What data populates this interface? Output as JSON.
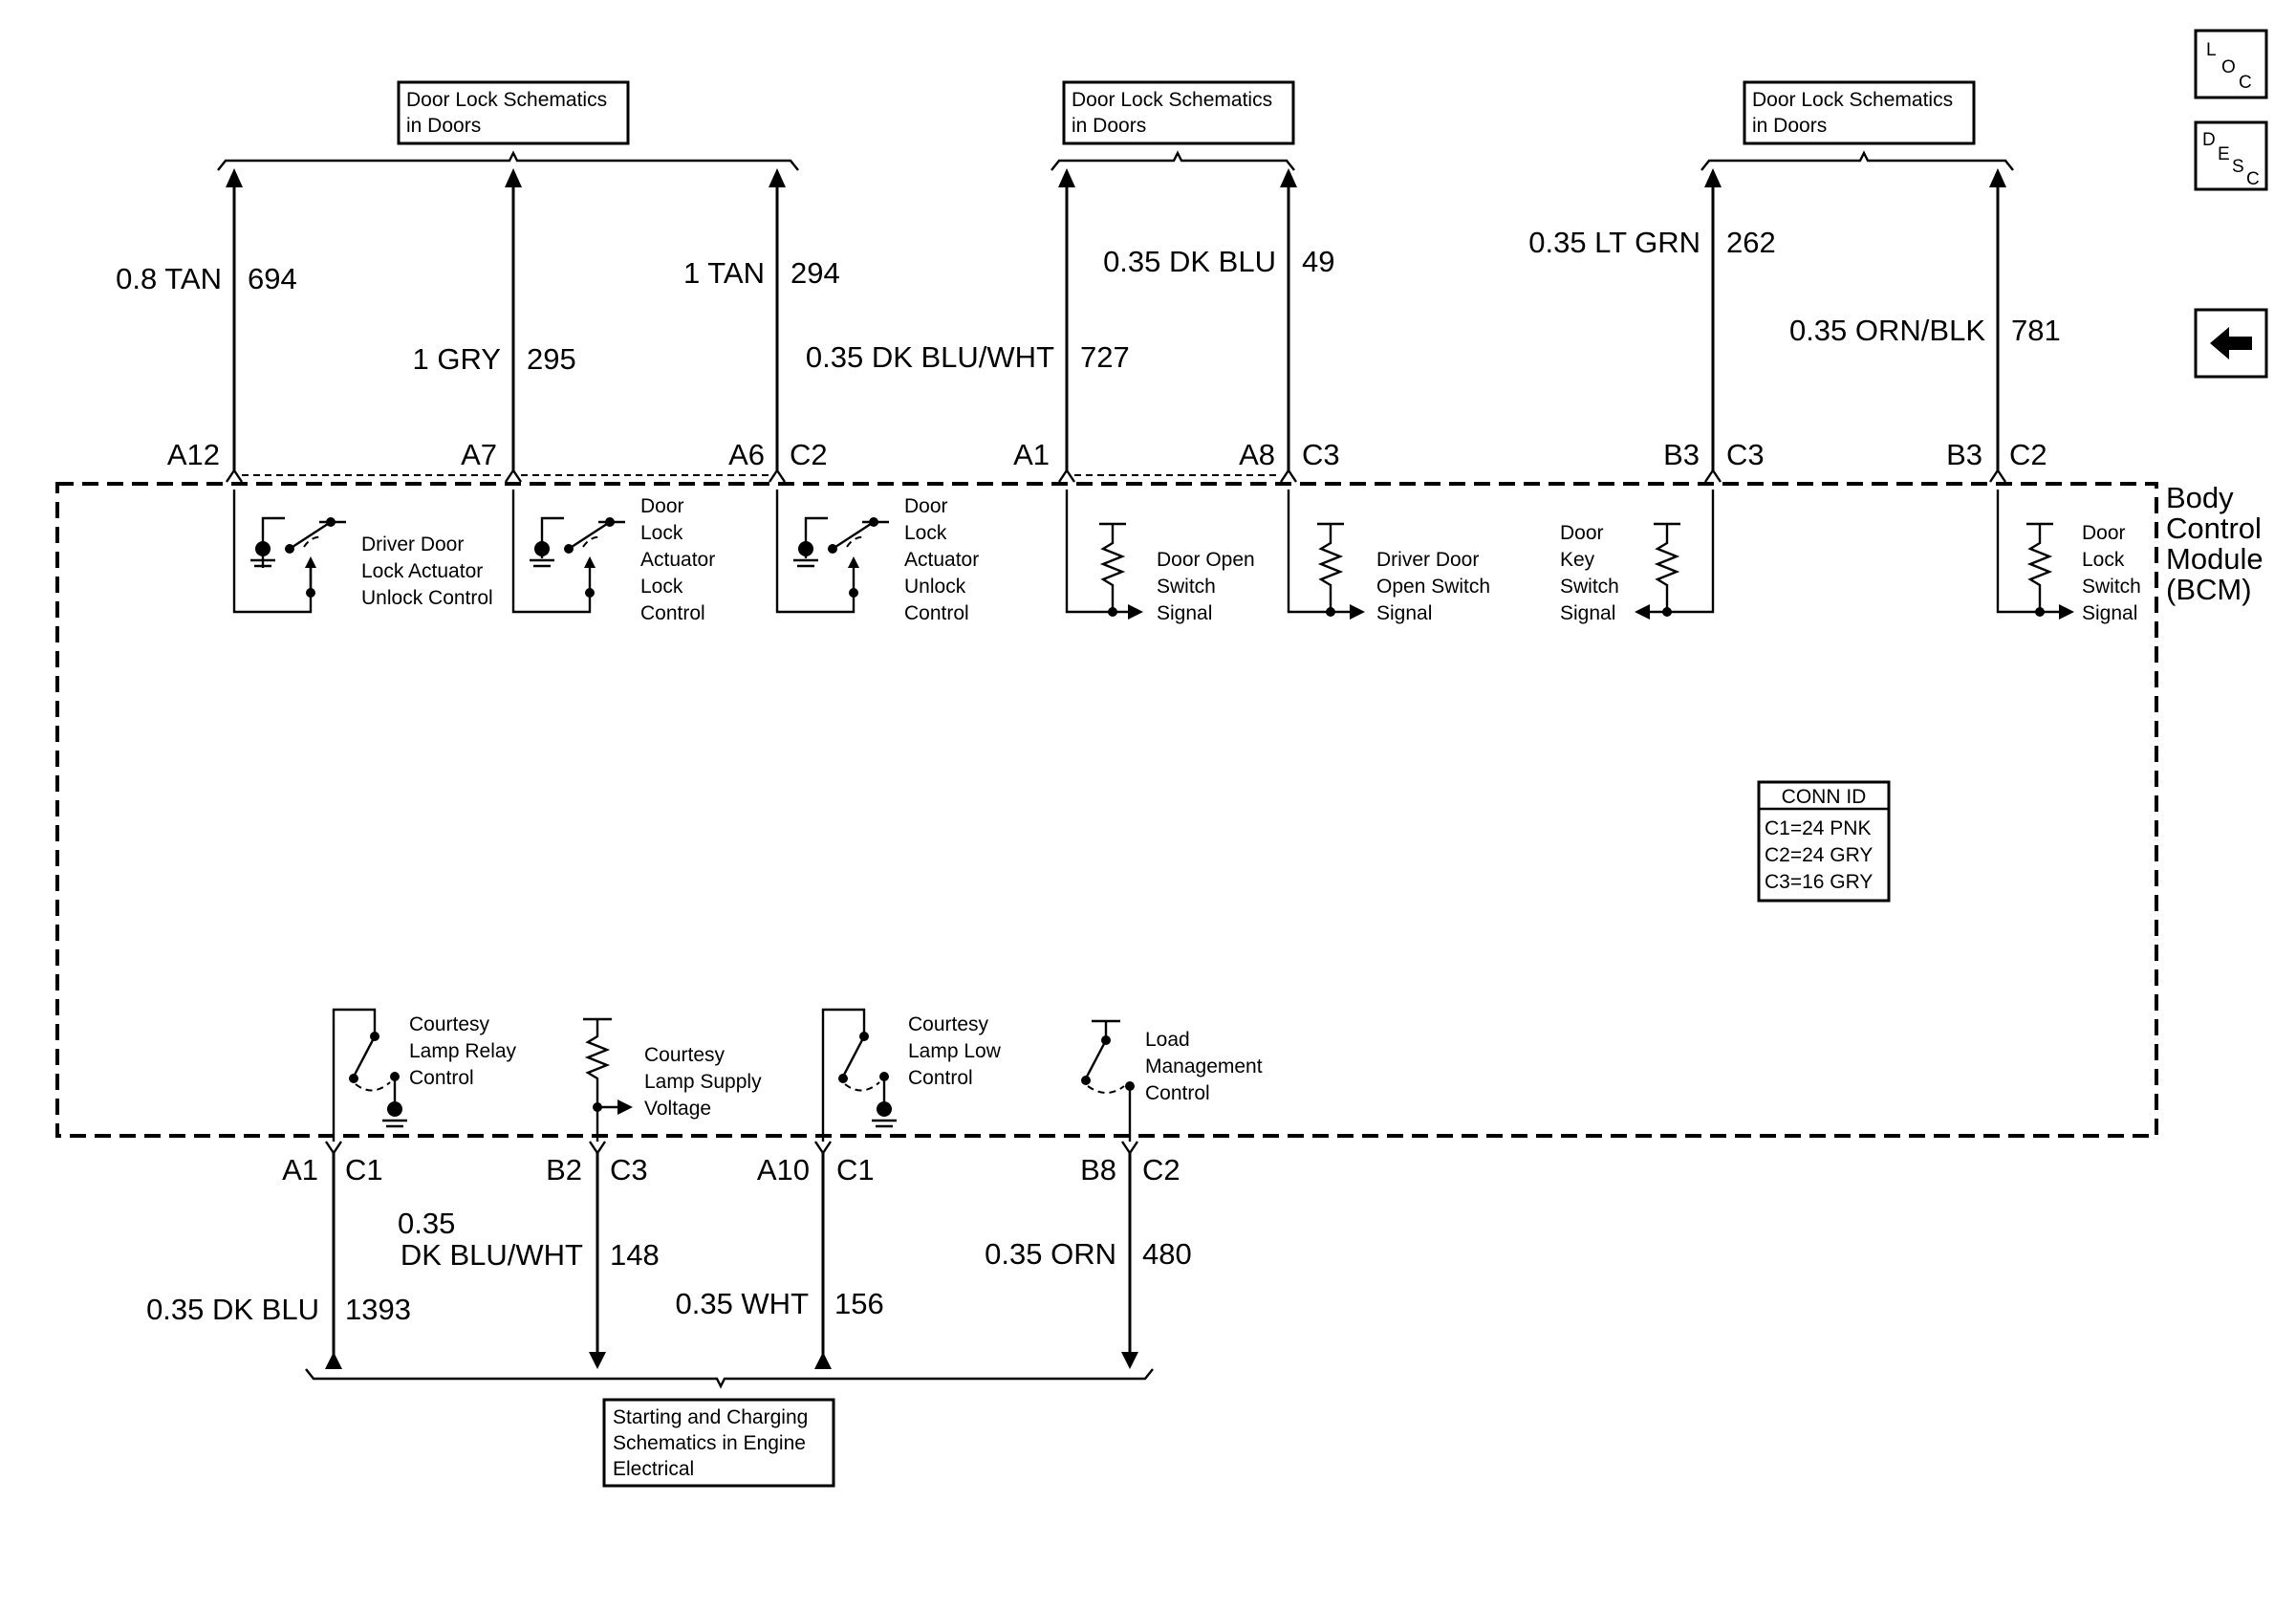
{
  "references": {
    "top_left": [
      "Door Lock Schematics",
      "in Doors"
    ],
    "top_middle": [
      "Door Lock Schematics",
      "in Doors"
    ],
    "top_right": [
      "Door Lock Schematics",
      "in Doors"
    ],
    "bottom": [
      "Starting and Charging",
      "Schematics in Engine",
      "Electrical"
    ]
  },
  "nav": {
    "loc": [
      "L",
      "O",
      "C"
    ],
    "desc": [
      "D",
      "E",
      "S",
      "C"
    ],
    "back_icon": "left-arrow-icon"
  },
  "module": {
    "name": [
      "Body",
      "Control",
      "Module",
      "(BCM)"
    ]
  },
  "conn_id": {
    "title": "CONN ID",
    "rows": [
      "C1=24 PNK",
      "C2=24 GRY",
      "C3=16 GRY"
    ]
  },
  "top_wires": [
    {
      "color": "0.8 TAN",
      "circuit": "694",
      "pin": "A12",
      "connector": ""
    },
    {
      "color": "1 GRY",
      "circuit": "295",
      "pin": "A7",
      "connector": ""
    },
    {
      "color": "1 TAN",
      "circuit": "294",
      "pin": "A6",
      "connector": "C2"
    },
    {
      "color": "0.35 DK BLU/WHT",
      "circuit": "727",
      "pin": "A1",
      "connector": ""
    },
    {
      "color": "0.35 DK BLU",
      "circuit": "49",
      "pin": "A8",
      "connector": "C3"
    },
    {
      "color": "0.35 LT GRN",
      "circuit": "262",
      "pin": "B3",
      "connector": "C3"
    },
    {
      "color": "0.35 ORN/BLK",
      "circuit": "781",
      "pin": "B3",
      "connector": "C2"
    }
  ],
  "bottom_wires": [
    {
      "color": "0.35 DK BLU",
      "circuit": "1393",
      "pin": "A1",
      "connector": "C1"
    },
    {
      "color_line1": "0.35",
      "color_line2": "DK BLU/WHT",
      "circuit": "148",
      "pin": "B2",
      "connector": "C3"
    },
    {
      "color": "0.35 WHT",
      "circuit": "156",
      "pin": "A10",
      "connector": "C1"
    },
    {
      "color": "0.35 ORN",
      "circuit": "480",
      "pin": "B8",
      "connector": "C2"
    }
  ],
  "internal_labels": {
    "driver_unlock": [
      "Driver Door",
      "Lock Actuator",
      "Unlock Control"
    ],
    "lock_control": [
      "Door",
      "Lock",
      "Actuator",
      "Lock",
      "Control"
    ],
    "unlock_control": [
      "Door",
      "Lock",
      "Actuator",
      "Unlock",
      "Control"
    ],
    "door_open": [
      "Door Open",
      "Switch",
      "Signal"
    ],
    "driver_door_open": [
      "Driver Door",
      "Open Switch",
      "Signal"
    ],
    "door_key": [
      "Door",
      "Key",
      "Switch",
      "Signal"
    ],
    "door_lock_switch": [
      "Door",
      "Lock",
      "Switch",
      "Signal"
    ],
    "courtesy_relay": [
      "Courtesy",
      "Lamp Relay",
      "Control"
    ],
    "courtesy_supply": [
      "Courtesy",
      "Lamp Supply",
      "Voltage"
    ],
    "courtesy_low": [
      "Courtesy",
      "Lamp Low",
      "Control"
    ],
    "load_mgmt": [
      "Load",
      "Management",
      "Control"
    ]
  }
}
